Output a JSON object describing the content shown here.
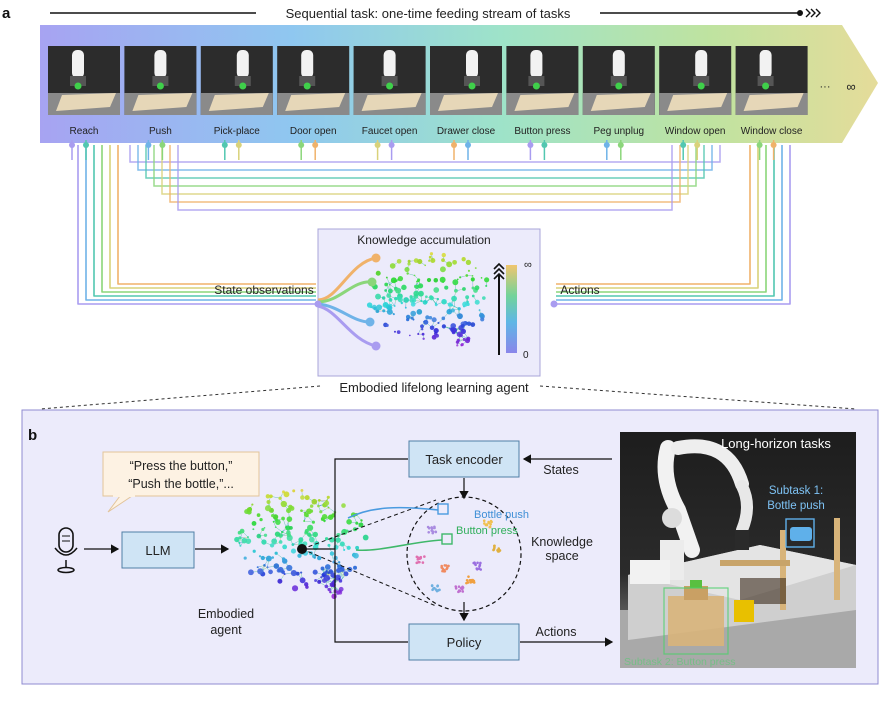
{
  "panel_a": {
    "label": "a",
    "stream_title": "Sequential task: one-time feeding stream of tasks",
    "tasks": [
      {
        "name": "Reach"
      },
      {
        "name": "Push"
      },
      {
        "name": "Pick-place"
      },
      {
        "name": "Door open"
      },
      {
        "name": "Faucet open"
      },
      {
        "name": "Drawer close"
      },
      {
        "name": "Button press"
      },
      {
        "name": "Peg unplug"
      },
      {
        "name": "Window open"
      },
      {
        "name": "Window close"
      }
    ],
    "ellipsis": "···",
    "infinity": "∞",
    "knowledge_title": "Knowledge accumulation",
    "state_label": "State observations",
    "actions_label": "Actions",
    "scale_top": "∞",
    "scale_bottom": "0",
    "agent_label": "Embodied lifelong learning agent"
  },
  "panel_b": {
    "label": "b",
    "prompt_line1": "“Press the button,”",
    "prompt_line2": "“Push the bottle,”...",
    "llm": "LLM",
    "embodied_line1": "Embodied",
    "embodied_line2": "agent",
    "task_encoder": "Task encoder",
    "states": "States",
    "policy": "Policy",
    "actions": "Actions",
    "bottle_push": "Bottle push",
    "button_press": "Button press",
    "knowledge_line1": "Knowledge",
    "knowledge_line2": "space",
    "long_horizon": "Long-horizon tasks",
    "subtask1_line1": "Subtask 1:",
    "subtask1_line2": "Bottle push",
    "subtask2": "Subtask 2: Button press"
  },
  "colors": {
    "purple": "#a99cf0",
    "blue": "#6fb3e8",
    "teal": "#52c7b0",
    "green": "#8bd67a",
    "olive": "#d9d27a",
    "orange": "#f0b26a",
    "box_fill": "#cfe4f5",
    "box_stroke": "#4f7fa6",
    "panel_bg": "#ecebfb"
  }
}
